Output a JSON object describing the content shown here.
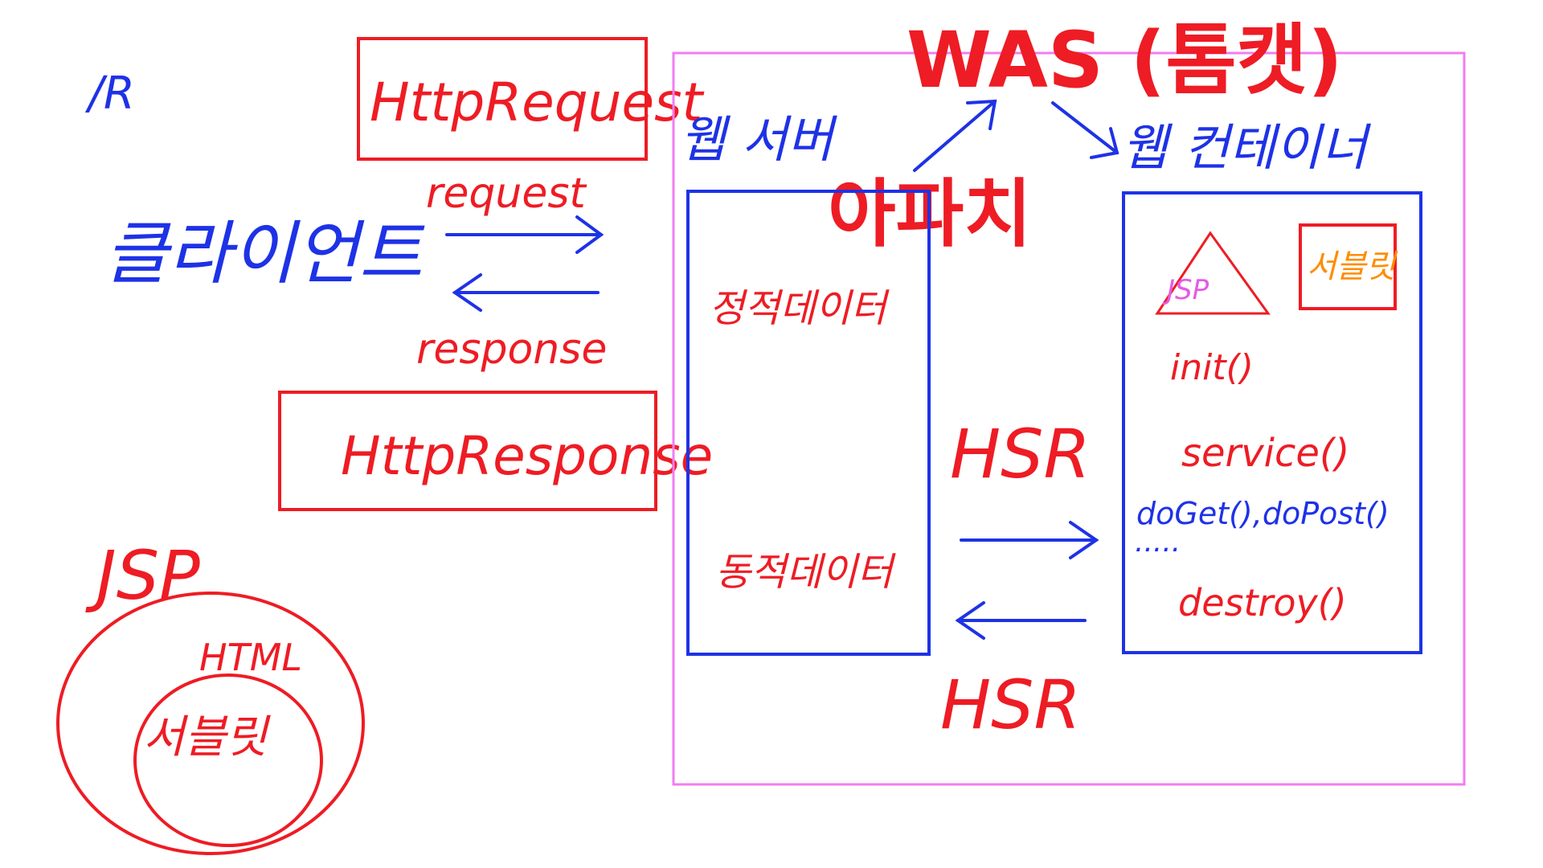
{
  "colors": {
    "red": "#ee1c24",
    "blue": "#1e32e6",
    "pink": "#f27cf2",
    "orange": "#ff8c00",
    "magenta": "#e55be5"
  },
  "labels": {
    "corner_mark": "/R",
    "client": "클라이언트",
    "request": "request",
    "response": "response",
    "http_request": "HttpRequest",
    "http_response": "HttpResponse",
    "jsp": "JSP",
    "html": "HTML",
    "servlet": "서블릿",
    "web_server": "웹 서버",
    "was": "WAS (톰캣)",
    "apache": "아파치",
    "web_container": "웹 컨테이너",
    "static_data": "정적데이터",
    "dynamic_data": "동적데이터",
    "hsr_top": "HSR",
    "hsr_bottom": "HSR",
    "jsp_triangle": "JSP",
    "servlet_box": "서블릿",
    "init": "init()",
    "service": "service()",
    "doget_dopost": "doGet(),doPost()",
    "dots": ".....",
    "destroy": "destroy()"
  }
}
